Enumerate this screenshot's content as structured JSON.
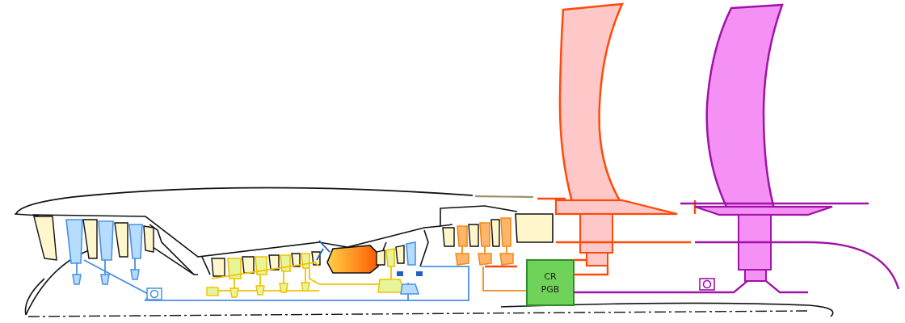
{
  "gearbox": {
    "label_line1": "CR",
    "label_line2": "PGB",
    "fill": "#6fd35a",
    "stroke": "#2e8b2e"
  },
  "colors": {
    "casing": "#111111",
    "nacelle_tail": "#9c9070",
    "lp_compressor": "#4a90e2",
    "lp_compressor_blade": "#b6ddff",
    "hp_compressor": "#f2c200",
    "hp_compressor_blade": "#e6f59a",
    "combustor_outer": "#2060c0",
    "combustor_gradient_start": "#ffd24a",
    "combustor_gradient_end": "#ff5a00",
    "turbine": "#f08a1a",
    "turbine_blade": "#ffb56b",
    "vane": "#fff6cc",
    "front_rotor": "#ff4a0a",
    "front_rotor_blade": "#ffc8c8",
    "rear_rotor": "#a012a8",
    "rear_rotor_blade": "#f590f5"
  },
  "icons": [
    "bearing-icon",
    "centerline-axis"
  ]
}
